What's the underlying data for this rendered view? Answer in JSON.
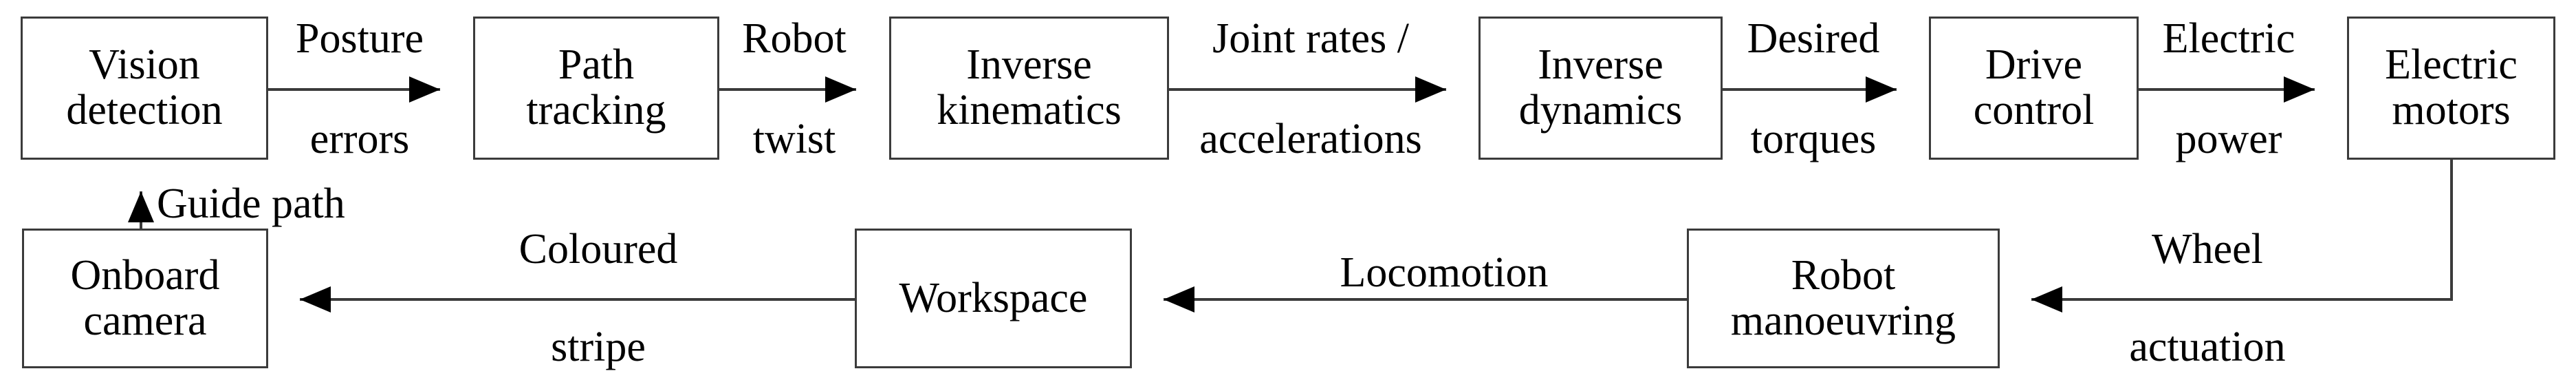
{
  "diagram": {
    "title": "Robot guidance and control block diagram",
    "stroke_color": "#3b3b3b",
    "text_color": "#000000",
    "background": "#ffffff",
    "blocks": [
      {
        "id": "vision-detection",
        "lines": [
          "Vision",
          "detection"
        ]
      },
      {
        "id": "path-tracking",
        "lines": [
          "Path",
          "tracking"
        ]
      },
      {
        "id": "inverse-kinematics",
        "lines": [
          "Inverse",
          "kinematics"
        ]
      },
      {
        "id": "inverse-dynamics",
        "lines": [
          "Inverse",
          "dynamics"
        ]
      },
      {
        "id": "drive-control",
        "lines": [
          "Drive",
          "control"
        ]
      },
      {
        "id": "electric-motors",
        "lines": [
          "Electric",
          "motors"
        ]
      },
      {
        "id": "robot-manoeuvring",
        "lines": [
          "Robot",
          "manoeuvring"
        ]
      },
      {
        "id": "workspace",
        "lines": [
          "Workspace"
        ]
      },
      {
        "id": "onboard-camera",
        "lines": [
          "Onboard",
          "camera"
        ]
      }
    ],
    "edges": [
      {
        "id": "posture-errors",
        "from": "vision-detection",
        "to": "path-tracking",
        "lines": [
          "Posture",
          "errors"
        ]
      },
      {
        "id": "robot-twist",
        "from": "path-tracking",
        "to": "inverse-kinematics",
        "lines": [
          "Robot",
          "twist"
        ]
      },
      {
        "id": "joint-rates",
        "from": "inverse-kinematics",
        "to": "inverse-dynamics",
        "lines": [
          "Joint rates /",
          "accelerations"
        ]
      },
      {
        "id": "desired-torques",
        "from": "inverse-dynamics",
        "to": "drive-control",
        "lines": [
          "Desired",
          "torques"
        ]
      },
      {
        "id": "electric-power",
        "from": "drive-control",
        "to": "electric-motors",
        "lines": [
          "Electric",
          "power"
        ]
      },
      {
        "id": "wheel-actuation",
        "from": "electric-motors",
        "to": "robot-manoeuvring",
        "lines": [
          "Wheel",
          "actuation"
        ]
      },
      {
        "id": "locomotion",
        "from": "robot-manoeuvring",
        "to": "workspace",
        "lines": [
          "Locomotion"
        ]
      },
      {
        "id": "coloured-stripe",
        "from": "workspace",
        "to": "onboard-camera",
        "lines": [
          "Coloured",
          "stripe"
        ]
      },
      {
        "id": "guide-path",
        "from": "onboard-camera",
        "to": "vision-detection",
        "lines": [
          "Guide path"
        ]
      }
    ]
  }
}
